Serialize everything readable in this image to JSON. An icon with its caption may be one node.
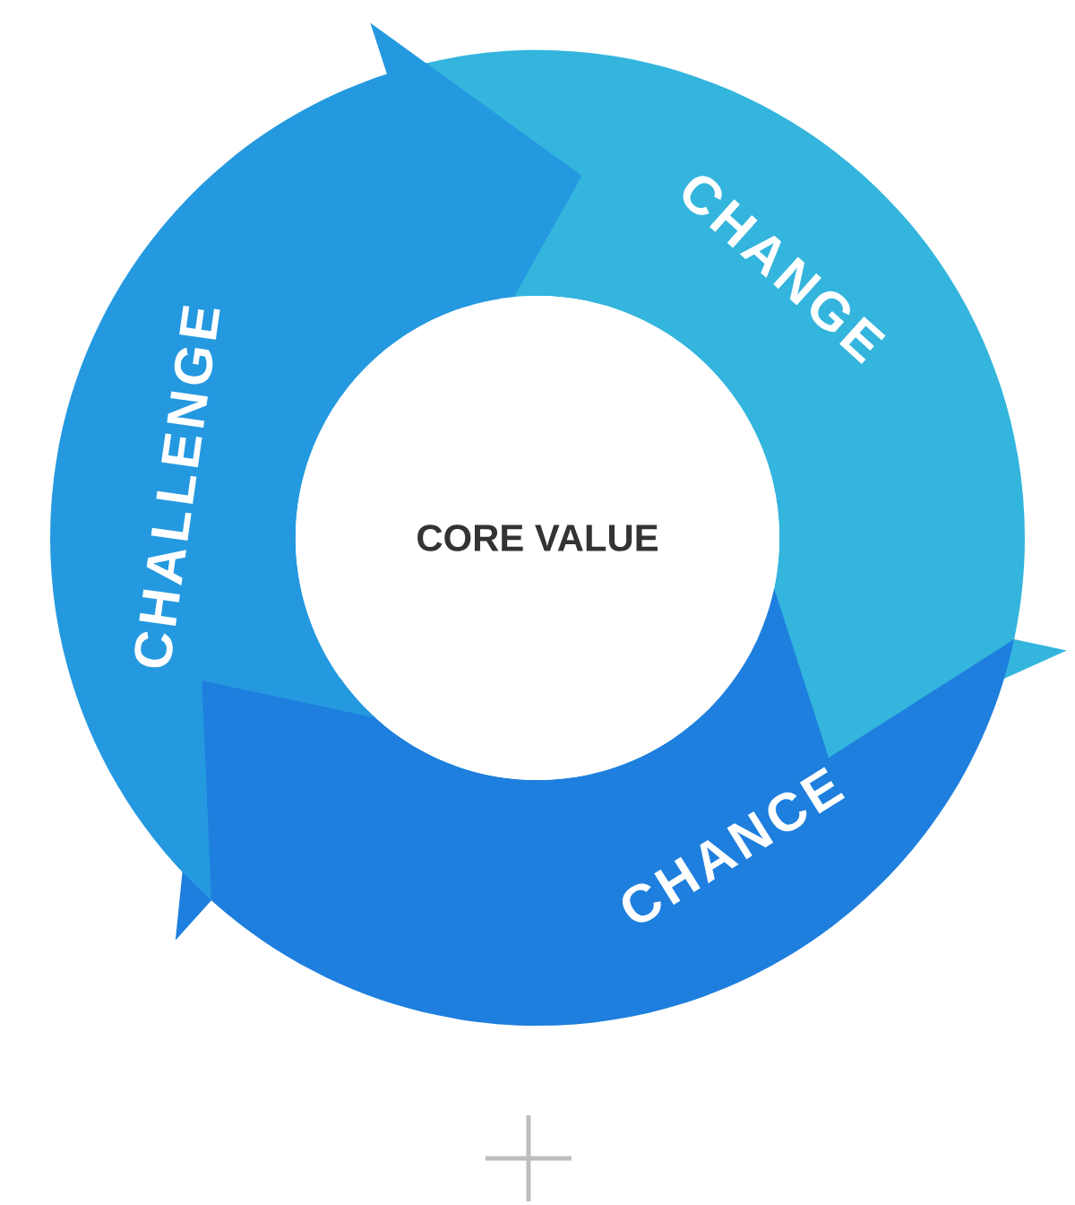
{
  "diagram": {
    "nodes": [
      {
        "text": [
          "CORE VALUE"
        ]
      },
      {
        "text": [
          "CHANGE"
        ]
      },
      {
        "text": [
          "CHANCE"
        ]
      },
      {
        "text": [
          "CHALLENGE"
        ]
      }
    ]
  }
}
